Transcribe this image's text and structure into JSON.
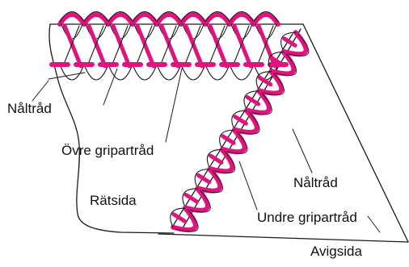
{
  "labels": {
    "needle_thread_left": "Nåltråd",
    "upper_looper_thread": "Övre gripartråd",
    "right_side": "Rätsida",
    "needle_thread_right": "Nåltråd",
    "lower_looper_thread": "Undre gripartråd",
    "wrong_side": "Avigsida"
  },
  "colors": {
    "thread": "#e0147f",
    "outline": "#1a1a1a",
    "background": "#ffffff"
  }
}
